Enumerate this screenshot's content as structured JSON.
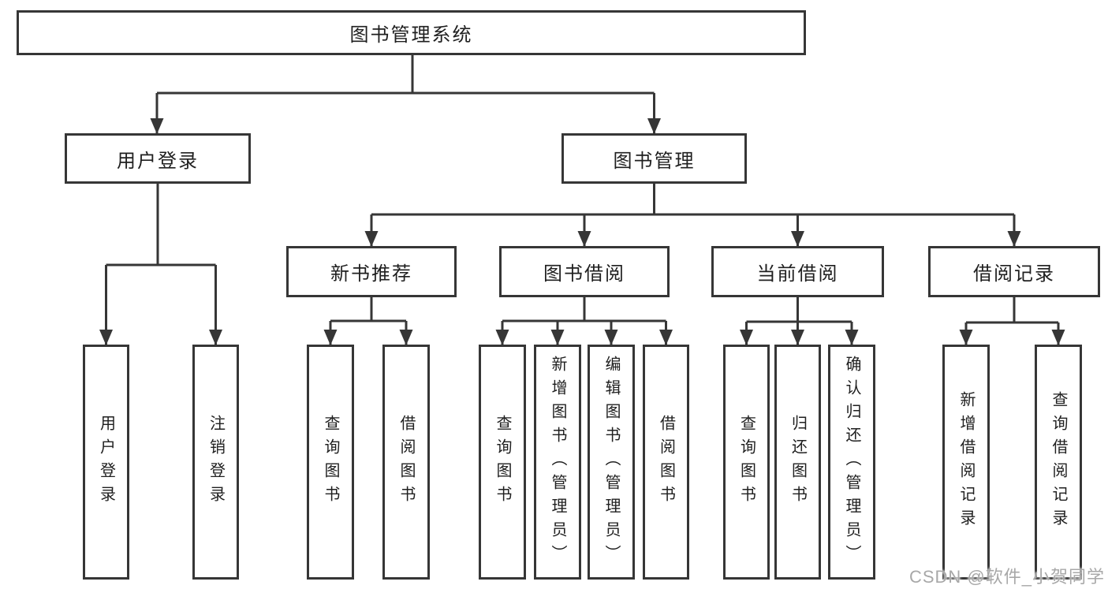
{
  "tree": {
    "root": "图书管理系统",
    "branches": [
      {
        "label": "用户登录",
        "children": [
          "用户登录",
          "注销登录"
        ]
      },
      {
        "label": "图书管理",
        "sections": [
          {
            "label": "新书推荐",
            "children": [
              "查询图书",
              "借阅图书"
            ]
          },
          {
            "label": "图书借阅",
            "children": [
              "查询图书",
              "新增图书（管理员）",
              "编辑图书（管理员）",
              "借阅图书"
            ]
          },
          {
            "label": "当前借阅",
            "children": [
              "查询图书",
              "归还图书",
              "确认归还（管理员）"
            ]
          },
          {
            "label": "借阅记录",
            "children": [
              "新增借阅记录",
              "查询借阅记录"
            ]
          }
        ]
      }
    ]
  },
  "watermark": "CSDN @软件_小贺同学",
  "colors": {
    "line": "#363636",
    "box_border": "#363636",
    "box_background": "#ffffff",
    "text": "#1f1f1f",
    "watermark": "#a8a8a8",
    "page_background": "#ffffff"
  }
}
